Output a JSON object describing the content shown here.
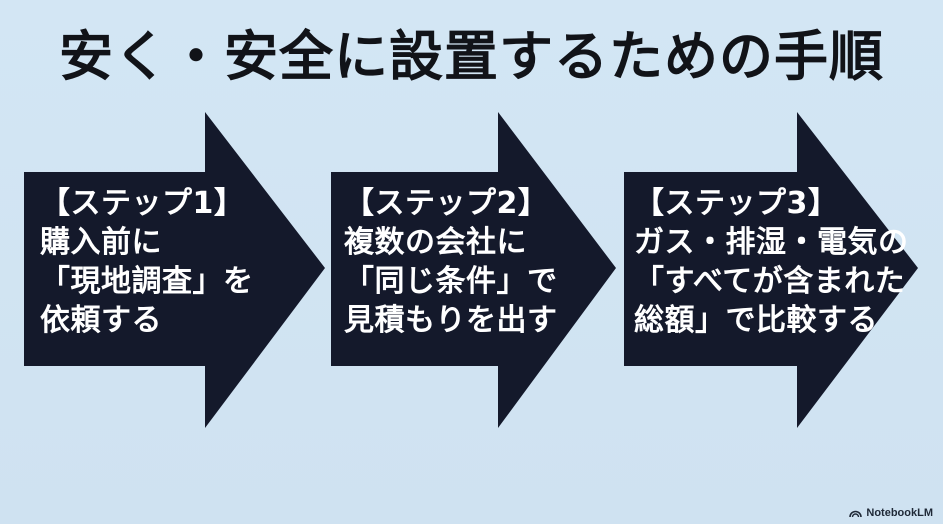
{
  "title": "安く・安全に設置するための手順",
  "steps": [
    {
      "heading": "【ステップ1】",
      "lines": [
        "購入前に",
        "「現地調査」を",
        "依頼する"
      ]
    },
    {
      "heading": "【ステップ2】",
      "lines": [
        "複数の会社に",
        "「同じ条件」で",
        "見積もりを出す"
      ]
    },
    {
      "heading": "【ステップ3】",
      "lines": [
        "ガス・排湿・電気の",
        "「すべてが含まれた",
        "総額」で比較する"
      ]
    }
  ],
  "watermark": "NotebookLM",
  "colors": {
    "background": "#cfe3f2",
    "arrow": "#14192b",
    "text": "#ffffff",
    "title": "#111318"
  }
}
